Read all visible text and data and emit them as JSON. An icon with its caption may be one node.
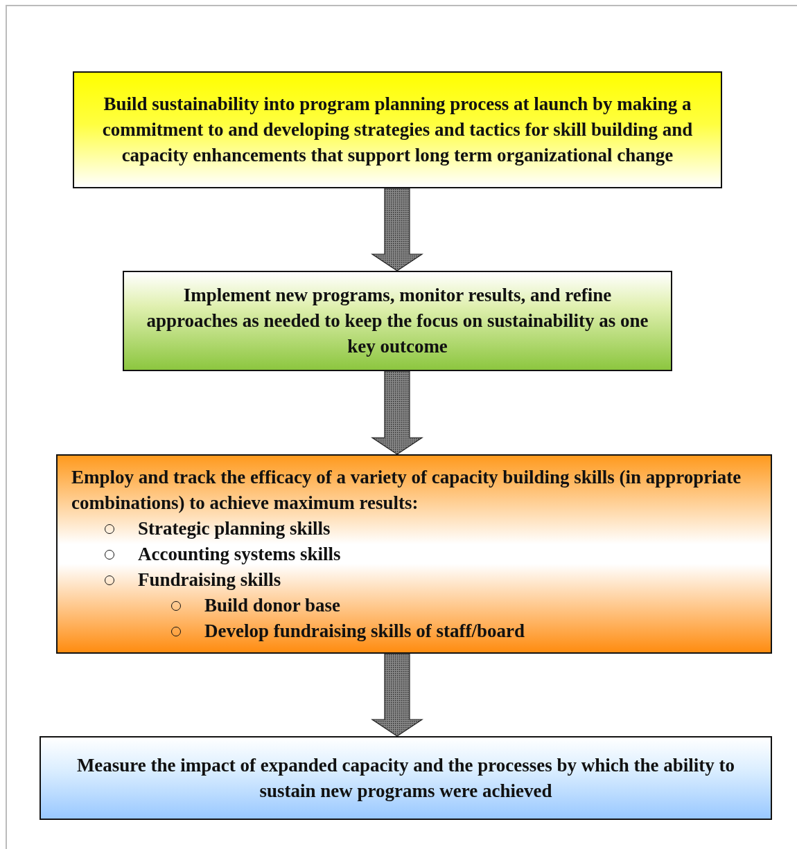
{
  "diagram": {
    "nodes": [
      {
        "text": [
          "Build sustainability into program planning process at launch by making a commitment to and developing strategies and tactics for skill building and capacity enhancements that support long term organizational change"
        ]
      },
      {
        "text": [
          "Implement new programs, monitor results, and refine approaches as needed to keep the focus on sustainability as one key outcome"
        ]
      },
      {
        "text": [
          "Employ and track the efficacy of a variety of capacity building skills (in appropriate combinations) to achieve maximum results:",
          "Strategic planning skills",
          "Accounting systems skills",
          "Fundraising skills",
          "Build donor base",
          "Develop fundraising skills of staff/board"
        ]
      },
      {
        "text": [
          "Measure the impact of expanded capacity and the processes by which the ability to sustain new programs were achieved"
        ]
      }
    ],
    "edges": [
      {
        "from": 0,
        "to": 1,
        "arrow": "to"
      },
      {
        "from": 1,
        "to": 2,
        "arrow": "to"
      },
      {
        "from": 2,
        "to": 3,
        "arrow": "to"
      }
    ]
  }
}
